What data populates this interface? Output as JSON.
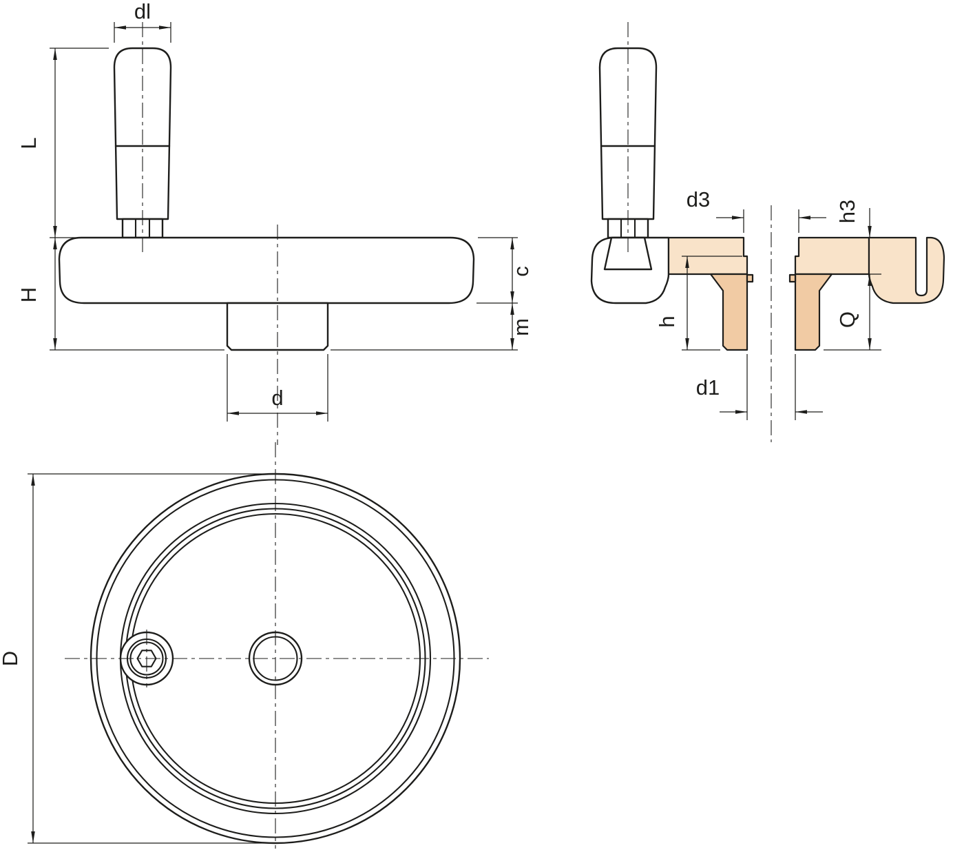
{
  "colors": {
    "line": "#1d1d1b",
    "section_light": "#f9e3c9",
    "section_dark": "#f1cba4",
    "background": "#ffffff"
  },
  "dims": {
    "side": {
      "dl": "dl",
      "L": "L",
      "H": "H",
      "c": "c",
      "m": "m",
      "d": "d"
    },
    "section": {
      "d3": "d3",
      "h3": "h3",
      "h": "h",
      "Q": "Q",
      "d1": "d1"
    },
    "front": {
      "D": "D"
    }
  }
}
